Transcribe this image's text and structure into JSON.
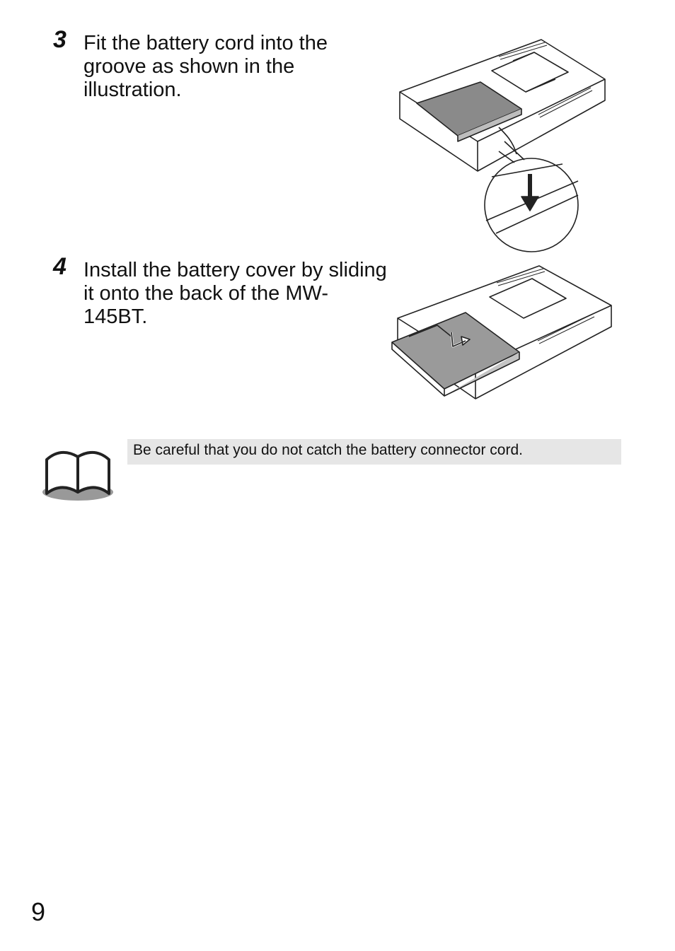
{
  "steps": [
    {
      "number": "3",
      "text": "Fit the battery cord into the groove as shown in the illustration."
    },
    {
      "number": "4",
      "text": "Install the battery cover by sliding it onto the back of the MW-145BT."
    }
  ],
  "note": {
    "icon": "open-book-icon",
    "text": "Be careful that you do not catch the battery connector cord."
  },
  "page_number": "9",
  "colors": {
    "note_background": "#e6e6e6",
    "text": "#111111"
  }
}
